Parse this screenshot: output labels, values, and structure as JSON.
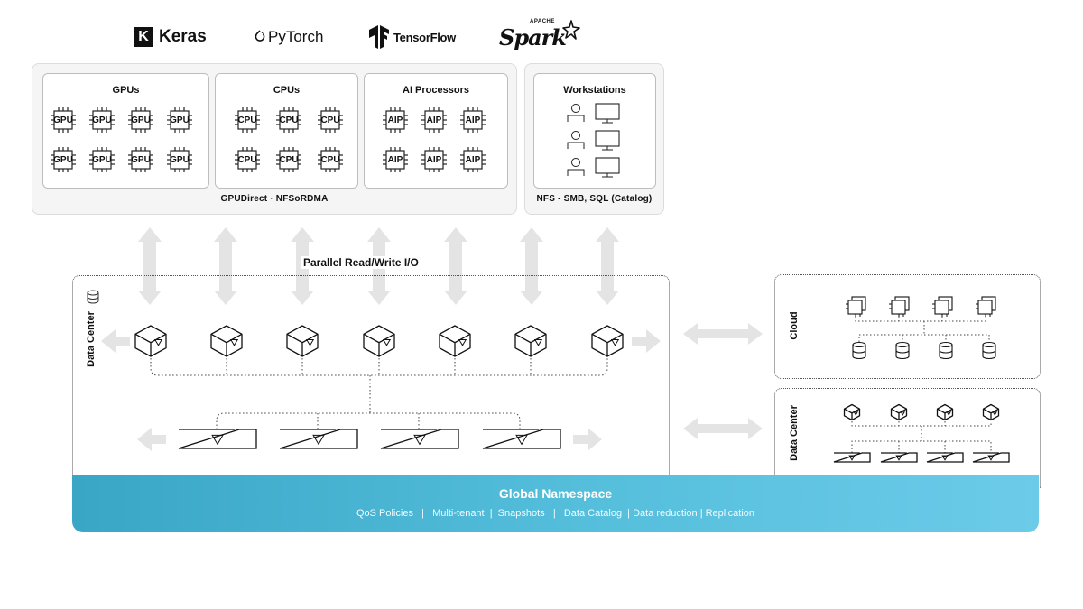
{
  "logos": {
    "keras_mark": "K",
    "keras": "Keras",
    "pytorch": "PyTorch",
    "tensorflow": "TensorFlow",
    "spark": "Spark",
    "spark_apache": "APACHE"
  },
  "compute": {
    "gpus": {
      "title": "GPUs",
      "chip_label": "GPU",
      "rows": 2,
      "cols": 4
    },
    "cpus": {
      "title": "CPUs",
      "chip_label": "CPU",
      "rows": 2,
      "cols": 3
    },
    "ai_processors": {
      "title": "AI Processors",
      "chip_label": "AIP",
      "rows": 2,
      "cols": 3
    },
    "caption": "GPUDirect · NFSoRDMA"
  },
  "workstations": {
    "title": "Workstations",
    "count": 3,
    "caption": "NFS - SMB, SQL (Catalog)"
  },
  "main": {
    "io_label": "Parallel Read/Write I/O",
    "box_label": "Data Center",
    "node_icon": "storage-cube-icon",
    "node_count": 7,
    "drive_count": 4
  },
  "cloud": {
    "label": "Cloud",
    "instance_count": 4,
    "db_count": 4
  },
  "remote_dc": {
    "label": "Data Center",
    "node_count": 4,
    "drive_count": 4
  },
  "global_namespace": {
    "title": "Global Namespace",
    "features": "QoS Policies   |   Multi-tenant  |  Snapshots   |   Data Catalog  | Data reduction | Replication"
  },
  "colors": {
    "arrow": "#e4e4e4",
    "namespace_start": "#3aa6c6",
    "namespace_end": "#6ccbe9",
    "line": "#111111"
  }
}
